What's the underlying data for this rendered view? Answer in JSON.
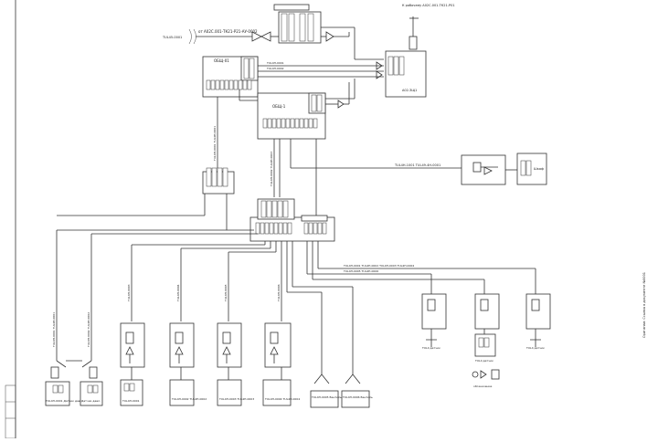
{
  "labels": {
    "ref_left": "от А02С.001-ТК21-Р21-АУ-0002",
    "cable_left": "ТUL45-0001",
    "ref_top_right": "К рабочему А02С.001-ТК21-Р01",
    "panel_a": "ОБЩ-01",
    "panel_b": "ОБЩ-1",
    "panel_r": "А02-ЗЩ1",
    "cable_long": "ТUL4Н-1001 ТUL49-4Н-0001",
    "right_box": "Шкаф",
    "side_note": "Оригинал: Ссылка в документе №0001",
    "cable_bundle": "ТUL4Н-0001 ТUL4Н-0002 ТUL4Н-0003 ТUL4Н-0004",
    "dev_1": "ТUL4Н-0001 Датчик давления",
    "dev_2": "Датчик давл.",
    "dev_3": "ТUL4Н-0001",
    "dev_4": "ТUL4Н-0002 ТUL4Н-0002",
    "dev_5": "ТUL4Н-0003 ТUL4Н-0003",
    "dev_6": "ТUL4Н-0004 ТUL4Н-0004",
    "dev_7": "ТUL4Н-0005 Вентиль",
    "dev_8": "ТUL4Н-0006 Вентиль",
    "rdev_1": "ТUL4 датчик",
    "rdev_2": "ТUL4 датчик",
    "rdev_3": "ТUL4 датчик",
    "legend": "обозначение"
  }
}
